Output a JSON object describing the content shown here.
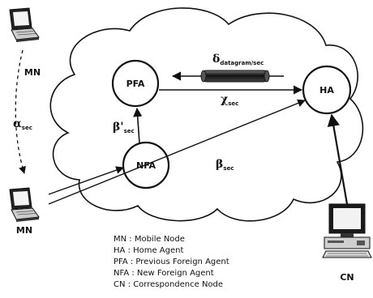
{
  "colors": {
    "ink": "#111111",
    "paper": "#ffffff"
  },
  "icons": {
    "mobile_node_top": "laptop-icon",
    "mobile_node_bottom": "laptop-icon",
    "correspondence_node": "desktop-computer-icon",
    "tunnel": "datagram-tunnel-icon"
  },
  "nodes": {
    "pfa": "PFA",
    "ha": "HA",
    "nfa": "NFA"
  },
  "hosts": {
    "mn_top": "MN",
    "mn_bottom": "MN",
    "cn": "CN"
  },
  "symbols": {
    "alpha": {
      "sym": "α",
      "sub": "sec"
    },
    "beta_prime": {
      "sym": "β'",
      "sub": "sec"
    },
    "beta": {
      "sym": "β",
      "sub": "sec"
    },
    "chi": {
      "sym": "χ",
      "sub": "sec"
    },
    "delta": {
      "sym": "δ",
      "sub": "datagram/sec"
    }
  },
  "legend": [
    "MN : Mobile Node",
    "HA : Home Agent",
    "PFA : Previous Foreign Agent",
    "NFA : New Foreign Agent",
    "CN : Correspondence Node"
  ]
}
